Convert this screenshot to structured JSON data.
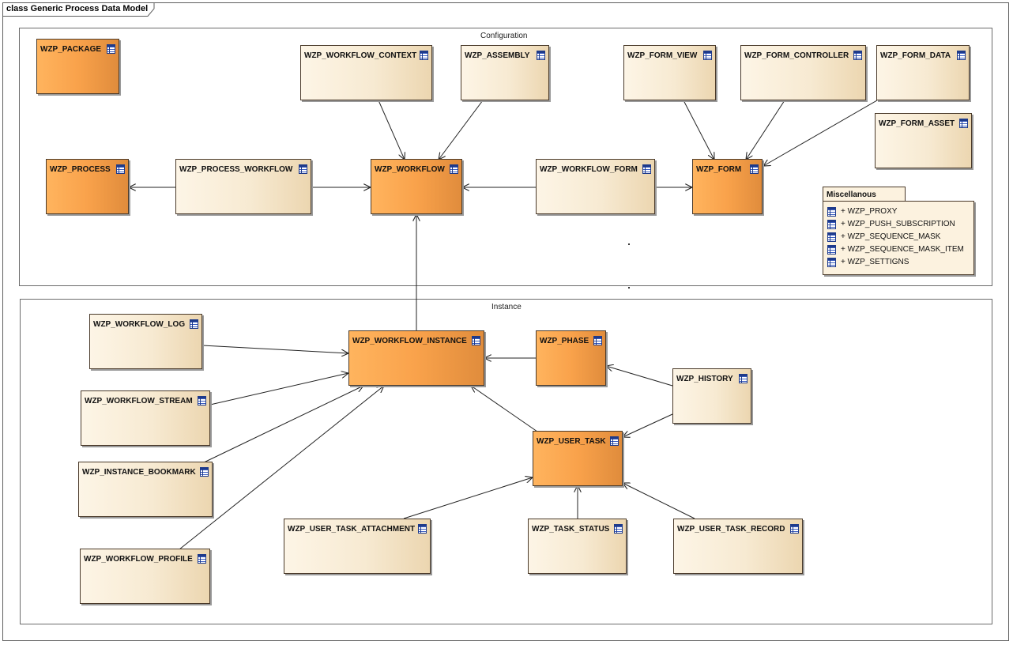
{
  "diagram": {
    "title": "class Generic Process Data Model",
    "packages": {
      "configuration": "Configuration",
      "instance": "Instance"
    },
    "classes": {
      "package": "WZP_PACKAGE",
      "workflow_context": "WZP_WORKFLOW_CONTEXT",
      "assembly": "WZP_ASSEMBLY",
      "form_view": "WZP_FORM_VIEW",
      "form_controller": "WZP_FORM_CONTROLLER",
      "form_data": "WZP_FORM_DATA",
      "form_asset": "WZP_FORM_ASSET",
      "process": "WZP_PROCESS",
      "process_workflow": "WZP_PROCESS_WORKFLOW",
      "workflow": "WZP_WORKFLOW",
      "workflow_form": "WZP_WORKFLOW_FORM",
      "form": "WZP_FORM",
      "workflow_log": "WZP_WORKFLOW_LOG",
      "workflow_instance": "WZP_WORKFLOW_INSTANCE",
      "phase": "WZP_PHASE",
      "history": "WZP_HISTORY",
      "workflow_stream": "WZP_WORKFLOW_STREAM",
      "user_task": "WZP_USER_TASK",
      "instance_bookmark": "WZP_INSTANCE_BOOKMARK",
      "user_task_attachment": "WZP_USER_TASK_ATTACHMENT",
      "task_status": "WZP_TASK_STATUS",
      "user_task_record": "WZP_USER_TASK_RECORD",
      "workflow_profile": "WZP_WORKFLOW_PROFILE"
    },
    "miscellaneous": {
      "title": "Miscellanous",
      "items": [
        "+ WZP_PROXY",
        "+ WZP_PUSH_SUBSCRIPTION",
        "+ WZP_SEQUENCE_MASK",
        "+ WZP_SEQUENCE_MASK_ITEM",
        "+ WZP_SETTIGNS"
      ]
    },
    "colors": {
      "highlight_fill": "#f9a24b",
      "normal_fill": "#f7ead2",
      "border": "#4a3a2a",
      "line": "#222222"
    },
    "icon": "table-icon"
  }
}
